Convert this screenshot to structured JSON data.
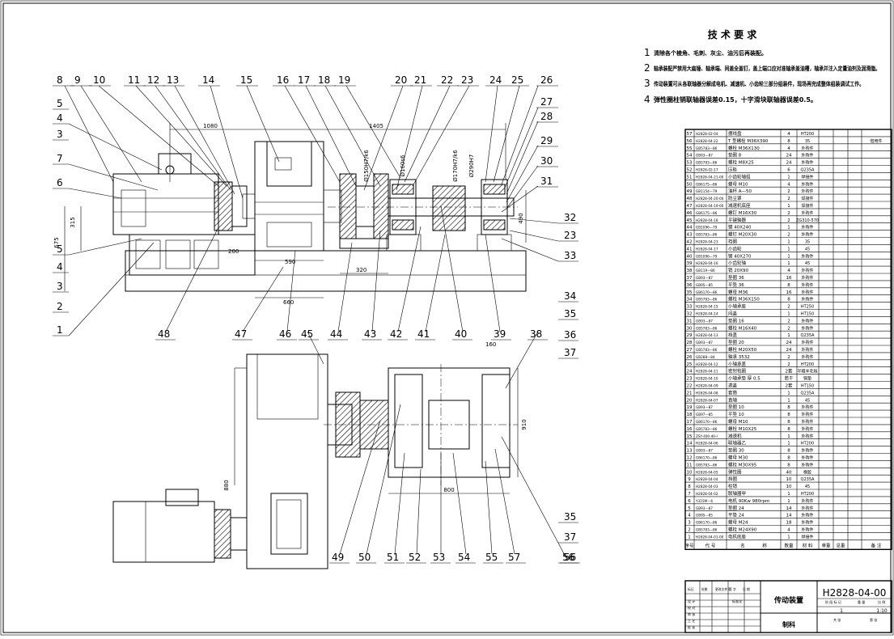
{
  "tech_requirements": {
    "title": "技 术 要 求",
    "items": [
      {
        "num": "1",
        "text": "清除各个棱角、毛刺、灰尘、油污后再装配。"
      },
      {
        "num": "2",
        "text": "轴承装配严禁用大扁锤、轴承端、间盖全盖钉，盖上端口应对准轴承盖油槽，轴承并注入定量油剂及润滑脂。"
      },
      {
        "num": "3",
        "text": "传动装置可从各联轴器分解成电机、减速机、小齿轮三部分组装件，现场再完成整体组装调试工作。"
      },
      {
        "num": "4",
        "text": "弹性圈柱销联轴器误差0.15，十字滑块联轴器误差0.5。"
      }
    ]
  },
  "top_view_callouts_upper": [
    "8",
    "9",
    "10",
    "11",
    "12",
    "13",
    "14",
    "15",
    "16",
    "17",
    "18",
    "19",
    "20",
    "21",
    "22",
    "23",
    "24",
    "25",
    "26",
    "27",
    "28",
    "29",
    "30",
    "31"
  ],
  "top_view_callouts_left": [
    "5",
    "4",
    "3",
    "7",
    "6",
    "5",
    "4",
    "3",
    "2",
    "1"
  ],
  "top_view_callouts_right": [
    "32",
    "23",
    "33",
    "34",
    "35",
    "36",
    "37"
  ],
  "top_view_callouts_lower": [
    "48",
    "47",
    "46",
    "45",
    "44",
    "43",
    "42",
    "41",
    "40",
    "39",
    "38"
  ],
  "plan_view_callouts": [
    "49",
    "50",
    "51",
    "52",
    "53",
    "54",
    "55",
    "57",
    "56"
  ],
  "plan_view_right": [
    "35",
    "37",
    "56"
  ],
  "dimensions": {
    "d1080": "1080",
    "d1405": "1405",
    "d315": "315",
    "d675": "675",
    "d200": "200",
    "d590": "590",
    "d320": "320",
    "d660": "660",
    "d490": "490",
    "d160": "160",
    "d910": "910",
    "d800": "800",
    "d880": "880",
    "fit1": "Ø150H7/k6",
    "fit2": "Ø160s6",
    "fit3": "Ø170H7/k6",
    "fit4": "Ø290H7"
  },
  "bom_rows": [
    [
      "57",
      "H2828-02-04",
      "摆线盘",
      "4",
      "HT200",
      "",
      ""
    ],
    [
      "56",
      "H2828-04-22",
      "T 型螺栓 M36X390",
      "8",
      "35",
      "",
      "借用件"
    ],
    [
      "55",
      "GB5783—86",
      "螺栓 M36X130",
      "4",
      "外购件",
      "",
      ""
    ],
    [
      "54",
      "GB93—87",
      "垫圈 8",
      "24",
      "外购件",
      "",
      ""
    ],
    [
      "53",
      "GB5783—86",
      "螺栓 M8X25",
      "24",
      "外购件",
      "",
      ""
    ],
    [
      "52",
      "H2828-02-17",
      "压板",
      "6",
      "Q235A",
      "",
      ""
    ],
    [
      "51",
      "H2828-04-21-00",
      "小齿轮轴组",
      "1",
      "焊接件",
      "",
      ""
    ],
    [
      "50",
      "GB6175—86",
      "螺母 M10",
      "4",
      "外购件",
      "",
      ""
    ],
    [
      "49",
      "GB1154—79",
      "油杯 A—50",
      "2",
      "外购件",
      "",
      ""
    ],
    [
      "48",
      "H2828-04-20-00",
      "防尘罩",
      "2",
      "焊接件",
      "",
      ""
    ],
    [
      "47",
      "H2828-04-19-00",
      "减速机底座",
      "1",
      "焊接件",
      "",
      ""
    ],
    [
      "46",
      "GB6175—86",
      "螺钉 M16X30",
      "2",
      "外购件",
      "",
      ""
    ],
    [
      "45",
      "H2828-04-18",
      "平键轴器",
      "2",
      "ZG310-570",
      "",
      ""
    ],
    [
      "44",
      "GB1096—79",
      "键 40X240",
      "1",
      "外购件",
      "",
      ""
    ],
    [
      "43",
      "GB5783—86",
      "螺钉 M20X30",
      "2",
      "外购件",
      "",
      ""
    ],
    [
      "42",
      "H2828-04-23",
      "挡圈",
      "1",
      "35",
      "",
      ""
    ],
    [
      "41",
      "H2828-04-17",
      "小齿轮",
      "1",
      "45",
      "",
      ""
    ],
    [
      "40",
      "GB1096—79",
      "键 40X270",
      "1",
      "外购件",
      "",
      ""
    ],
    [
      "39",
      "H2828-04-16",
      "小齿轮轴",
      "1",
      "45",
      "",
      ""
    ],
    [
      "38",
      "GB119—86",
      "销 20X90",
      "4",
      "外购件",
      "",
      ""
    ],
    [
      "37",
      "GB93—87",
      "垫圈 36",
      "16",
      "外购件",
      "",
      ""
    ],
    [
      "36",
      "GB95—85",
      "平垫 36",
      "8",
      "外购件",
      "",
      ""
    ],
    [
      "35",
      "GB6170—86",
      "螺母 M36",
      "16",
      "外购件",
      "",
      ""
    ],
    [
      "34",
      "GB5783—86",
      "螺栓 M36X150",
      "8",
      "外购件",
      "",
      ""
    ],
    [
      "33",
      "H2828-04-15",
      "小轴承座",
      "2",
      "HT250",
      "",
      ""
    ],
    [
      "32",
      "H2828-04-14",
      "闷盖",
      "1",
      "HT150",
      "",
      ""
    ],
    [
      "31",
      "GB93—87",
      "垫圈 16",
      "2",
      "外购件",
      "",
      ""
    ],
    [
      "30",
      "GB5783—86",
      "螺栓 M16X40",
      "2",
      "外购件",
      "",
      ""
    ],
    [
      "29",
      "H2828-04-13",
      "挡盖",
      "1",
      "Q235A",
      "",
      ""
    ],
    [
      "28",
      "GB93—87",
      "垫圈 20",
      "24",
      "外购件",
      "",
      ""
    ],
    [
      "27",
      "GB5783—86",
      "螺栓 M20X50",
      "24",
      "外购件",
      "",
      ""
    ],
    [
      "26",
      "GB288—84",
      "轴承 3532",
      "2",
      "外购件",
      "",
      ""
    ],
    [
      "25",
      "H2828-04-12",
      "小轴承盖",
      "2",
      "HT200",
      "",
      ""
    ],
    [
      "24",
      "H2828-04-11",
      "密封毡圈",
      "2套",
      "半粗羊毛毡",
      "",
      ""
    ],
    [
      "23",
      "H2828-04-10",
      "小轴承垫 厚 0.5",
      "若干",
      "铜垫",
      "",
      ""
    ],
    [
      "22",
      "H2828-04-09",
      "透盖",
      "2套",
      "HT150",
      "",
      ""
    ],
    [
      "21",
      "H2828-04-08",
      "套筒",
      "1",
      "Q235A",
      "",
      ""
    ],
    [
      "20",
      "H2828-04-07",
      "直轴",
      "1",
      "45",
      "",
      ""
    ],
    [
      "19",
      "GB93—87",
      "垫圈 10",
      "8",
      "外购件",
      "",
      ""
    ],
    [
      "18",
      "GB97—85",
      "平垫 10",
      "8",
      "外购件",
      "",
      ""
    ],
    [
      "17",
      "GB6170—86",
      "螺母 M10",
      "8",
      "外购件",
      "",
      ""
    ],
    [
      "16",
      "GB5783—86",
      "螺栓 M10X25",
      "8",
      "外购件",
      "",
      ""
    ],
    [
      "15",
      "ZSY-400-40-I",
      "减速机",
      "1",
      "外购件",
      "",
      ""
    ],
    [
      "14",
      "H2828-04-06",
      "联轴器乙",
      "1",
      "HT200",
      "",
      ""
    ],
    [
      "13",
      "GB93—87",
      "垫圈 30",
      "8",
      "外购件",
      "",
      ""
    ],
    [
      "12",
      "GB6170—86",
      "螺母 M30",
      "8",
      "外购件",
      "",
      ""
    ],
    [
      "11",
      "GB5783—86",
      "螺栓 M30X95",
      "8",
      "外购件",
      "",
      ""
    ],
    [
      "10",
      "H2828-04-05",
      "弹性圈",
      "40",
      "橡胶",
      "",
      ""
    ],
    [
      "9",
      "H2828-04-04",
      "挡圈",
      "10",
      "Q235A",
      "",
      ""
    ],
    [
      "8",
      "H2828-04-03",
      "柱销",
      "10",
      "45",
      "",
      ""
    ],
    [
      "7",
      "H2828-04-02",
      "联轴器甲",
      "1",
      "HT200",
      "",
      ""
    ],
    [
      "6",
      "Y315M—6",
      "电机 90Kw 980rpm",
      "1",
      "外购件",
      "",
      ""
    ],
    [
      "5",
      "GB93—87",
      "垫圈 24",
      "14",
      "外购件",
      "",
      ""
    ],
    [
      "4",
      "GB95—85",
      "平垫 24",
      "14",
      "外购件",
      "",
      ""
    ],
    [
      "3",
      "GB6170—86",
      "螺母 M24",
      "18",
      "外购件",
      "",
      ""
    ],
    [
      "2",
      "GB5783—86",
      "螺栓 M24X90",
      "4",
      "外购件",
      "",
      ""
    ],
    [
      "1",
      "H2828-04-01-00",
      "电机底座",
      "1",
      "焊接件",
      "",
      ""
    ]
  ],
  "bom_header": [
    "序号",
    "代 号",
    "名",
    "称",
    "数量",
    "材 料",
    "单重",
    "总重",
    "备 注"
  ],
  "title_block": {
    "name": "传动装置",
    "drawing_no": "H2828-04-00",
    "scale": "1:10",
    "qty": "1",
    "company": "制科",
    "labels_small": [
      "标记",
      "处数",
      "更改文件号",
      "签 字",
      "日 期"
    ],
    "roles": [
      "设 计",
      "校 对",
      "审 核",
      "工 艺",
      "批 准"
    ],
    "stage_labels": [
      "阶 段 标 记",
      "重 量",
      "比 例"
    ],
    "sheet_labels": [
      "共 张",
      "第 张"
    ],
    "std": "标准化"
  }
}
